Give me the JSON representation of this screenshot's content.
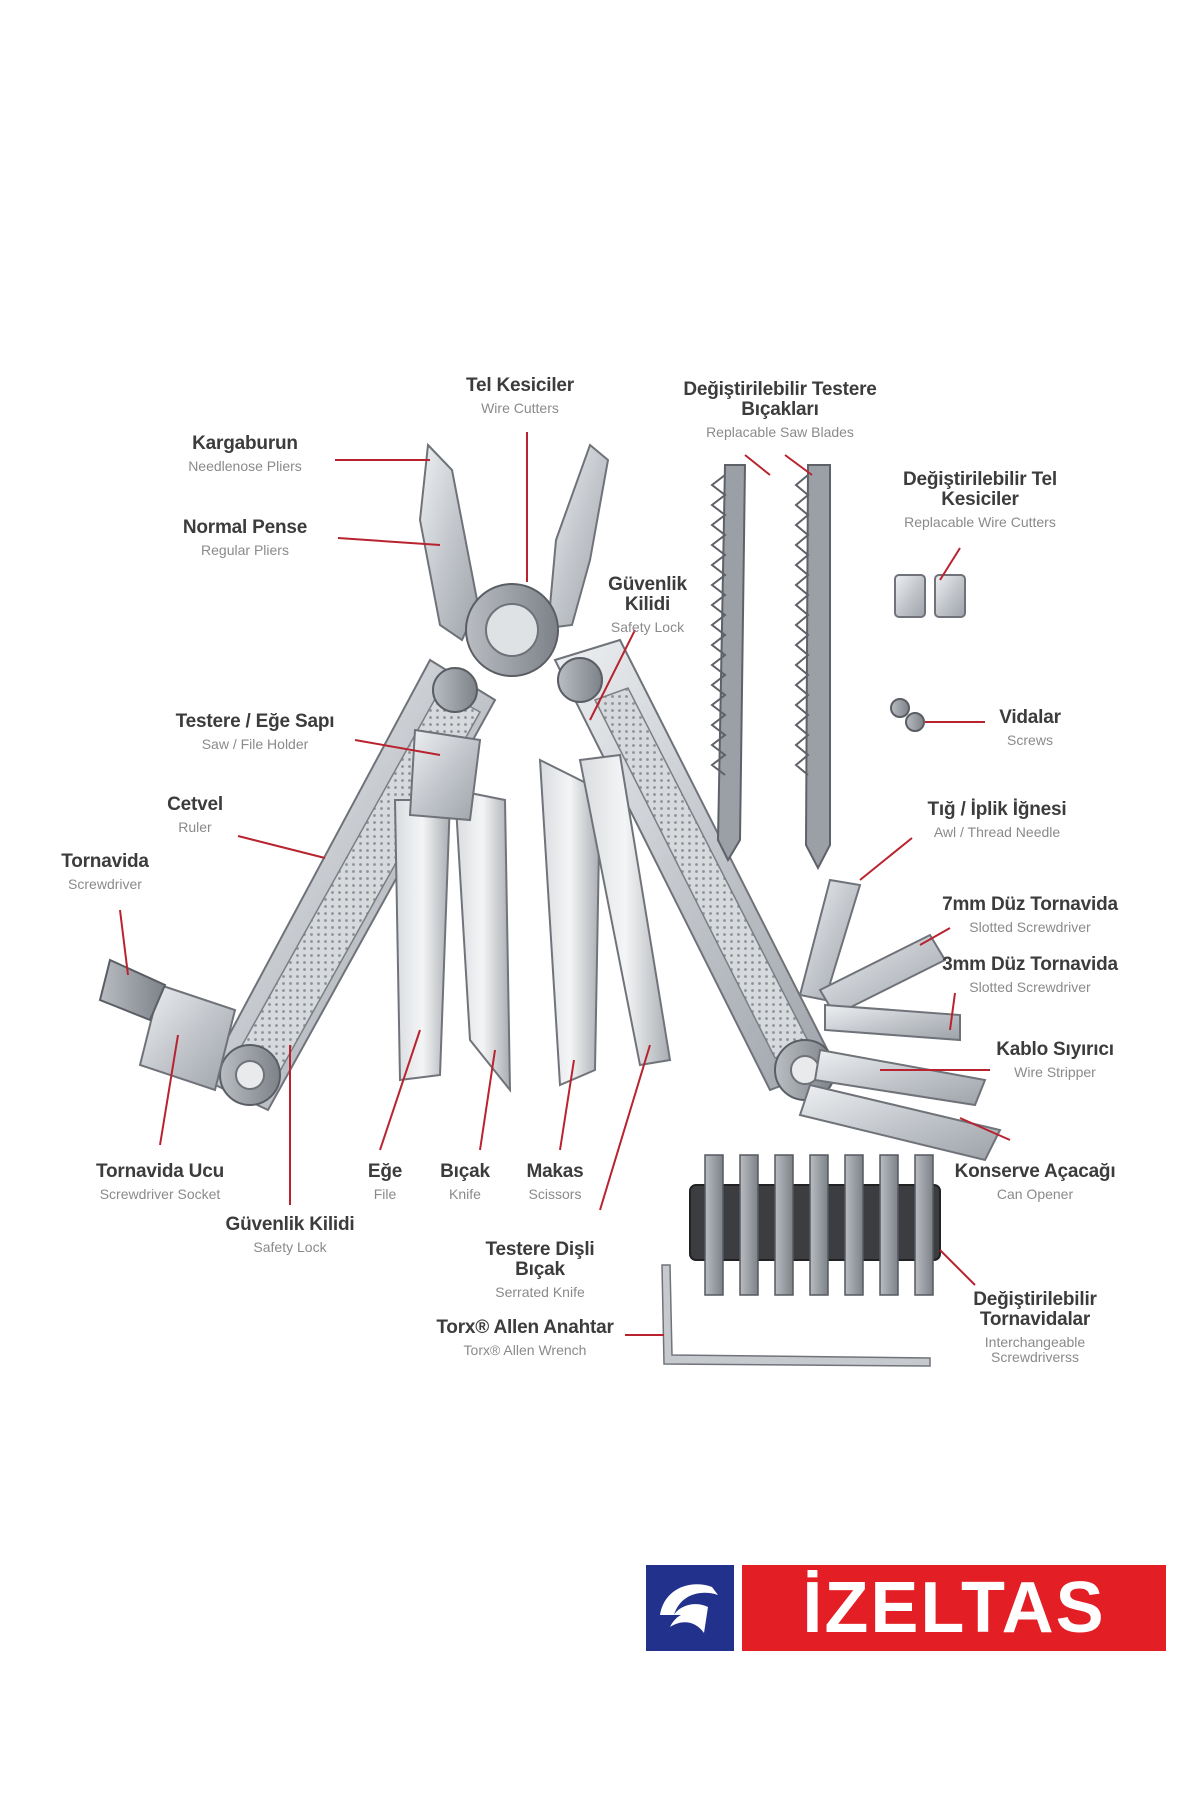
{
  "labels": {
    "wire_cutters": {
      "tr": "Tel Kesiciler",
      "en": "Wire Cutters"
    },
    "replacable_saw_blades": {
      "tr": "Değiştirilebilir Testere Bıçakları",
      "en": "Replacable Saw Blades"
    },
    "needlenose_pliers": {
      "tr": "Kargaburun",
      "en": "Needlenose Pliers"
    },
    "replacable_wire_cutters": {
      "tr": "Değiştirilebilir Tel Kesiciler",
      "en": "Replacable Wire Cutters"
    },
    "regular_pliers": {
      "tr": "Normal Pense",
      "en": "Regular Pliers"
    },
    "safety_lock_top": {
      "tr": "Güvenlik Kilidi",
      "en": "Safety Lock"
    },
    "saw_file_holder": {
      "tr": "Testere / Eğe Sapı",
      "en": "Saw / File Holder"
    },
    "screws": {
      "tr": "Vidalar",
      "en": "Screws"
    },
    "ruler": {
      "tr": "Cetvel",
      "en": "Ruler"
    },
    "awl": {
      "tr": "Tığ / İplik İğnesi",
      "en": "Awl / Thread Needle"
    },
    "screwdriver": {
      "tr": "Tornavida",
      "en": "Screwdriver"
    },
    "slotted_7mm": {
      "tr": "7mm Düz Tornavida",
      "en": "Slotted Screwdriver"
    },
    "slotted_3mm": {
      "tr": "3mm Düz Tornavida",
      "en": "Slotted Screwdriver"
    },
    "wire_stripper": {
      "tr": "Kablo Sıyırıcı",
      "en": "Wire Stripper"
    },
    "screwdriver_socket": {
      "tr": "Tornavida Ucu",
      "en": "Screwdriver Socket"
    },
    "file": {
      "tr": "Eğe",
      "en": "File"
    },
    "knife": {
      "tr": "Bıçak",
      "en": "Knife"
    },
    "scissors": {
      "tr": "Makas",
      "en": "Scissors"
    },
    "can_opener": {
      "tr": "Konserve Açacağı",
      "en": "Can Opener"
    },
    "safety_lock_bottom": {
      "tr": "Güvenlik Kilidi",
      "en": "Safety Lock"
    },
    "serrated_knife": {
      "tr": "Testere Dişli Bıçak",
      "en": "Serrated Knife"
    },
    "interchangeable_screwdrivers": {
      "tr": "Değiştirilebilir Tornavidalar",
      "en": "Interchangeable Screwdriverss"
    },
    "allen_wrench": {
      "tr": "Torx® Allen Anahtar",
      "en": "Torx® Allen Wrench"
    }
  },
  "logo": {
    "text": "İZELTAS",
    "brand_blue": "#22318c",
    "brand_red": "#e31e24"
  },
  "colors": {
    "leader": "#b8232f",
    "label_text": "#3c3c3c",
    "sub_text": "#8a8a8a"
  }
}
